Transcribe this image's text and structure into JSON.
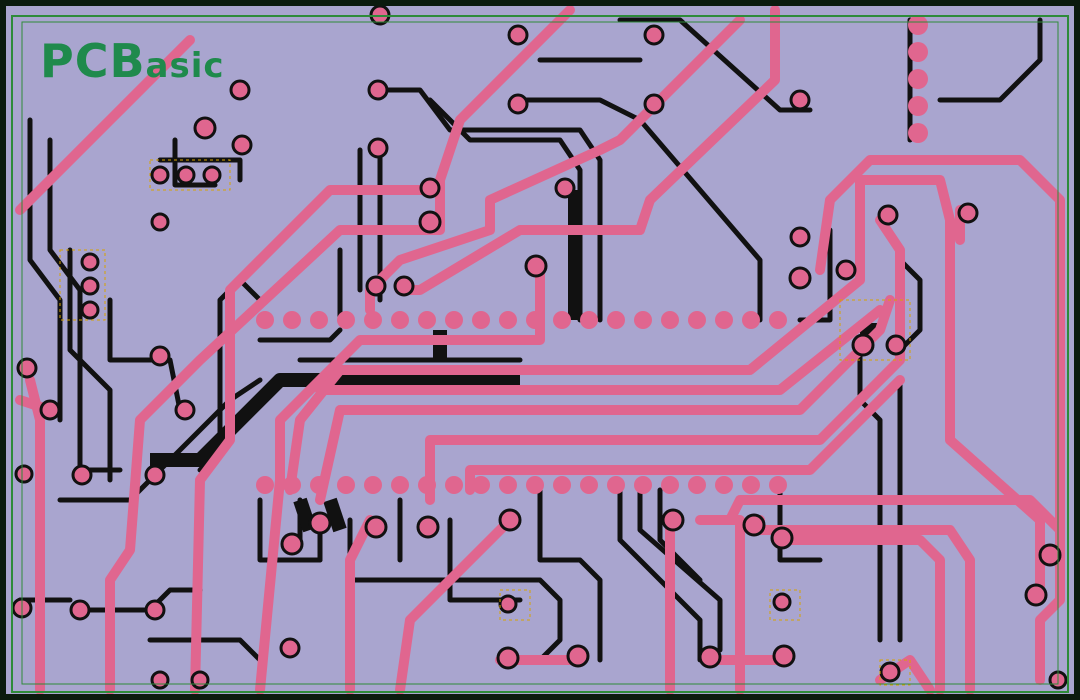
{
  "brand": {
    "logo_text_a": "PCB",
    "logo_text_b": "asic",
    "logo_color": "#1f8a4c"
  },
  "colors": {
    "background": "#a9a5cf",
    "copper_trace": "#e0668f",
    "black_trace": "#111111",
    "outline": "#2e8b3a",
    "silkscreen": "#d7a400"
  },
  "icons": [
    "pcb-layout-illustration"
  ]
}
